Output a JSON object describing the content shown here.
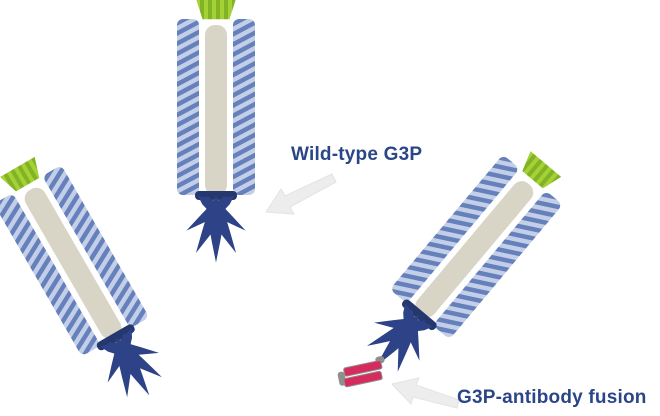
{
  "labels": {
    "wild_type": "Wild-type G3P",
    "fusion": "G3P-antibody fusion"
  },
  "colors": {
    "background": "#ffffff",
    "text_navy": "#2b4687",
    "navy": "#2d4287",
    "collar": "#24376e",
    "coat_light": "#c3cfe8",
    "coat_dark": "#6580ba",
    "rod_beige": "#d8d5c6",
    "green_light": "#a4d133",
    "green_dark": "#82b226",
    "tan": "#c79a3a",
    "crimson": "#d62c5d",
    "gray": "#8f8f8f",
    "arrow": "#ededed"
  },
  "diagram": {
    "type": "scientific-illustration",
    "elements": [
      {
        "name": "phage-upright",
        "parts": [
          "green-cap",
          "striped-coat",
          "core-rod",
          "g3p-tail-fibers"
        ]
      },
      {
        "name": "phage-tilted-left",
        "parts": [
          "green-cap",
          "striped-coat",
          "core-rod",
          "g3p-tail-fibers"
        ]
      },
      {
        "name": "phage-tilted-right",
        "parts": [
          "green-cap",
          "striped-coat",
          "core-rod",
          "g3p-tail-fibers",
          "antibody"
        ]
      },
      {
        "name": "wild-type-arrow-icon",
        "points_to": "g3p-tail-fibers of upright phage"
      },
      {
        "name": "fusion-arrow-icon",
        "points_to": "antibody fused to g3p"
      }
    ]
  }
}
